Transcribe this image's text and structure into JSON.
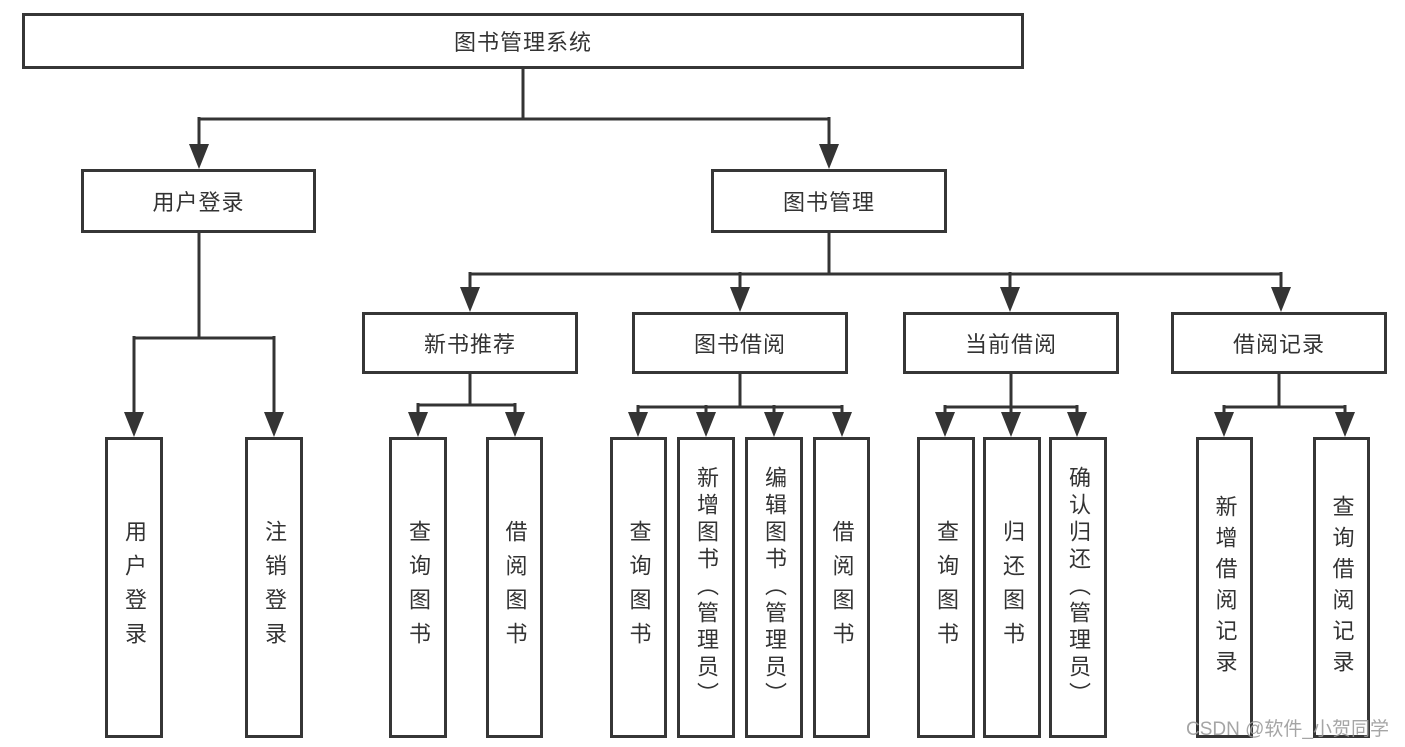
{
  "diagram": {
    "type": "tree",
    "colors": {
      "line": "#343434",
      "border": "#363636",
      "text": "#333333",
      "watermark_text": "#9c9c9c",
      "background": "#ffffff"
    },
    "nodes": {
      "root": {
        "label": "图书管理系统"
      },
      "user_login": {
        "label": "用户登录"
      },
      "book_mgmt": {
        "label": "图书管理"
      },
      "new_book": {
        "label": "新书推荐"
      },
      "borrowing": {
        "label": "图书借阅"
      },
      "current": {
        "label": "当前借阅"
      },
      "records": {
        "label": "借阅记录"
      },
      "ul_login": {
        "label": "用户登录"
      },
      "ul_logout": {
        "label": "注销登录"
      },
      "nb_query": {
        "label": "查询图书"
      },
      "nb_borrow": {
        "label": "借阅图书"
      },
      "bb_query": {
        "label": "查询图书"
      },
      "bb_add": {
        "label": "新增图书（管理员）"
      },
      "bb_edit": {
        "label": "编辑图书（管理员）"
      },
      "bb_borrow": {
        "label": "借阅图书"
      },
      "cb_query": {
        "label": "查询图书"
      },
      "cb_return": {
        "label": "归还图书"
      },
      "cb_confirm": {
        "label": "确认归还（管理员）"
      },
      "br_add": {
        "label": "新增借阅记录"
      },
      "br_query": {
        "label": "查询借阅记录"
      }
    },
    "edges": [
      [
        "root",
        "user_login"
      ],
      [
        "root",
        "book_mgmt"
      ],
      [
        "user_login",
        "ul_login"
      ],
      [
        "user_login",
        "ul_logout"
      ],
      [
        "book_mgmt",
        "new_book"
      ],
      [
        "book_mgmt",
        "borrowing"
      ],
      [
        "book_mgmt",
        "current"
      ],
      [
        "book_mgmt",
        "records"
      ],
      [
        "new_book",
        "nb_query"
      ],
      [
        "new_book",
        "nb_borrow"
      ],
      [
        "borrowing",
        "bb_query"
      ],
      [
        "borrowing",
        "bb_add"
      ],
      [
        "borrowing",
        "bb_edit"
      ],
      [
        "borrowing",
        "bb_borrow"
      ],
      [
        "current",
        "cb_query"
      ],
      [
        "current",
        "cb_return"
      ],
      [
        "current",
        "cb_confirm"
      ],
      [
        "records",
        "br_add"
      ],
      [
        "records",
        "br_query"
      ]
    ]
  },
  "watermark": {
    "text": "CSDN @软件_小贺同学"
  }
}
